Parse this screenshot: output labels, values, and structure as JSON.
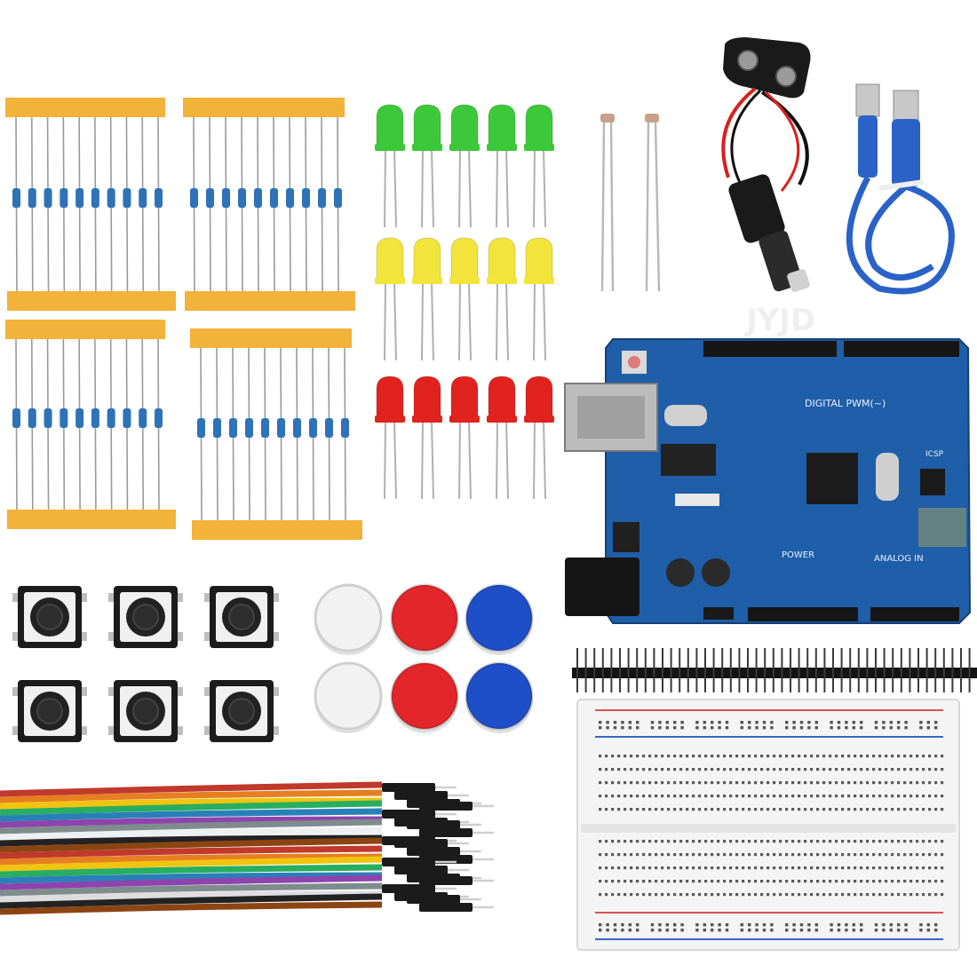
{
  "board": {
    "label_digital": "DIGITAL PWM(~)",
    "label_power": "POWER",
    "label_analog": "ANALOG IN",
    "label_icsp": "ICSP"
  },
  "watermark": "JYJD",
  "colors": {
    "background": "#ffffff",
    "resistor_tape": "#f3b23a",
    "resistor_body": "#2f72b8",
    "led_green": "#3cc83a",
    "led_yellow": "#f2e43a",
    "led_red": "#e0231f",
    "board_blue": "#1f5ea8",
    "usb_cable": "#2a62c8",
    "cap_white": "#f2f2f2",
    "cap_red": "#e2262a",
    "cap_blue": "#1f4fc8",
    "breadboard": "#f4f4f4"
  },
  "items": {
    "resistor_groups": 4,
    "leds_per_color": 5,
    "led_colors": [
      "green",
      "yellow",
      "red"
    ],
    "photoresistors": 2,
    "tactile_buttons": 6,
    "button_caps": [
      "white",
      "red",
      "blue",
      "white",
      "red",
      "blue"
    ],
    "jumper_wires": [
      "#c0392b",
      "#e67e22",
      "#f1c40f",
      "#27ae60",
      "#2980b9",
      "#8e44ad",
      "#7f8c8d",
      "#ecf0f1",
      "#222222",
      "#8b4513",
      "#c0392b",
      "#e67e22",
      "#f1c40f",
      "#27ae60",
      "#2980b9",
      "#8e44ad",
      "#7f8c8d",
      "#dddddd",
      "#222222",
      "#8b4513"
    ]
  }
}
